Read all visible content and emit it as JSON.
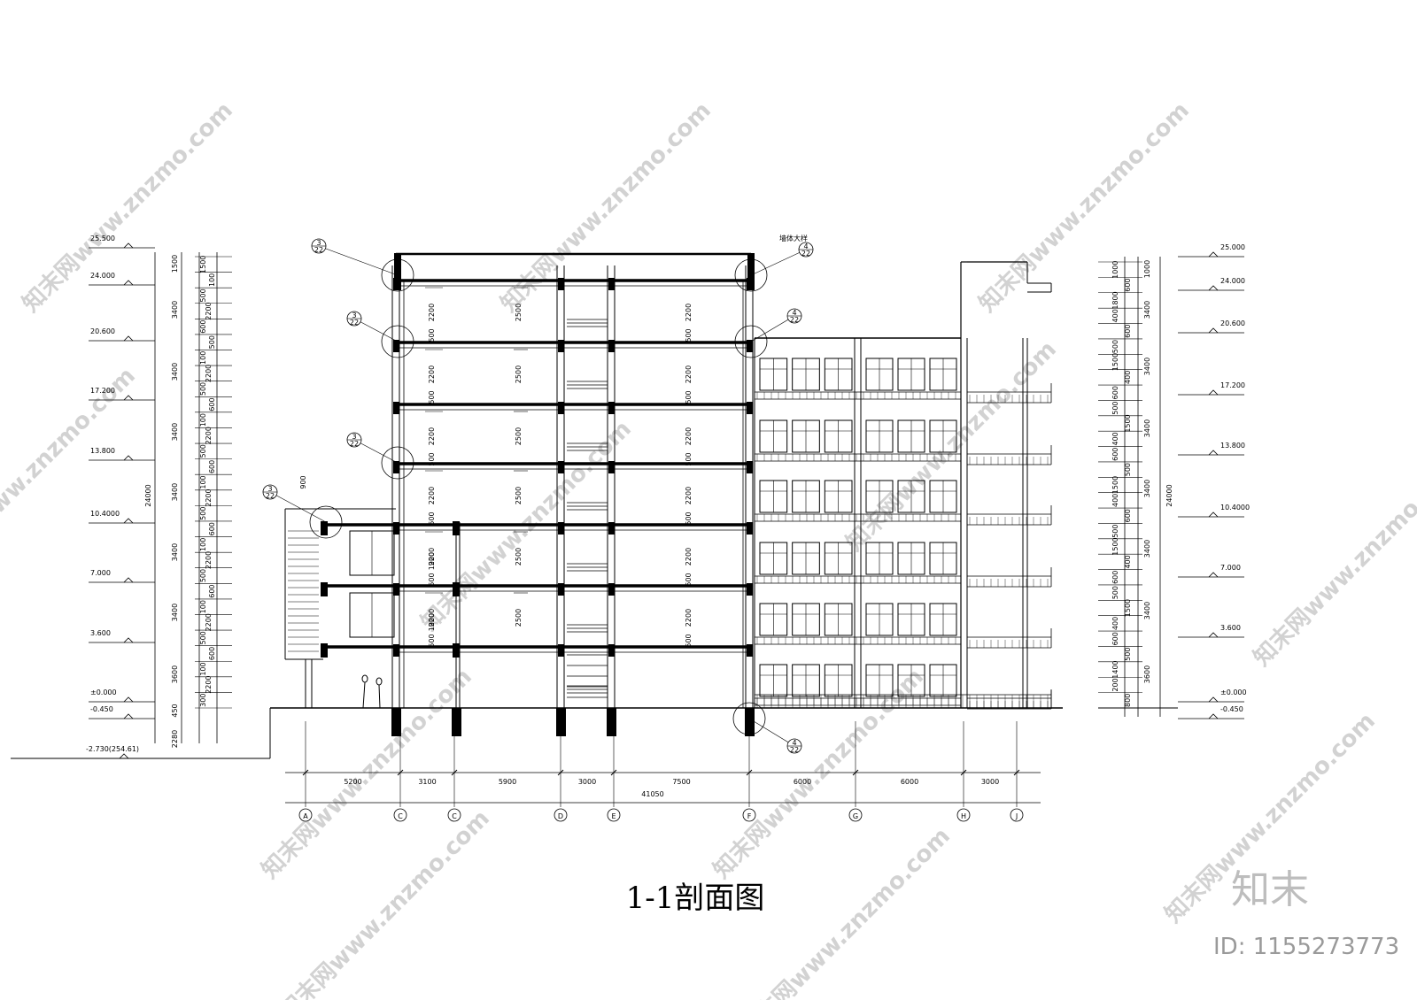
{
  "title": "1-1剖面图",
  "left_elevations": [
    "25.500",
    "24.000",
    "20.600",
    "17.200",
    "13.800",
    "10.4000",
    "7.000",
    "3.600",
    "±0.000",
    "-0.450",
    "-2.730(254.61)"
  ],
  "right_elevations": [
    "25.000",
    "24.000",
    "20.600",
    "17.200",
    "13.800",
    "10.4000",
    "7.000",
    "3.600",
    "±0.000",
    "-0.450"
  ],
  "left_dims_outer": [
    "24000",
    "2280"
  ],
  "left_dims_mid": [
    "1500",
    "3400",
    "3400",
    "3400",
    "3400",
    "3400",
    "3400",
    "3600",
    "450"
  ],
  "left_dims_inner": [
    "1500",
    "100",
    "500",
    "2200",
    "600",
    "500",
    "100",
    "2200",
    "500",
    "600",
    "100",
    "2200",
    "500",
    "600",
    "100",
    "2200",
    "500",
    "600",
    "100",
    "2200",
    "500",
    "600",
    "100",
    "2200",
    "500",
    "600",
    "100",
    "2200",
    "300"
  ],
  "right_dims_outer": [
    "24000"
  ],
  "right_dims_mid": [
    "1000",
    "3400",
    "3400",
    "3400",
    "3400",
    "3400",
    "3400",
    "3600"
  ],
  "right_dims_inner": [
    "1000",
    "600",
    "1800",
    "400",
    "600",
    "500",
    "1500",
    "400",
    "600",
    "500",
    "1500",
    "400",
    "600",
    "500",
    "1500",
    "400",
    "600",
    "500",
    "1500",
    "400",
    "600",
    "500",
    "1500",
    "400",
    "600",
    "500",
    "1400",
    "200",
    "800"
  ],
  "interior_dims": [
    "2200",
    "500",
    "2500",
    "1900",
    "900"
  ],
  "axis_dims": [
    "5200",
    "3100",
    "5900",
    "3000",
    "7500",
    "6000",
    "6000",
    "3000"
  ],
  "total_dim": "41050",
  "axis_labels": [
    "A",
    "C",
    "C",
    "D",
    "E",
    "F",
    "G",
    "H",
    "J"
  ],
  "detail_callouts": [
    {
      "num": "3",
      "sheet": "22"
    },
    {
      "num": "3",
      "sheet": "22"
    },
    {
      "num": "3",
      "sheet": "22"
    },
    {
      "num": "3",
      "sheet": "22"
    },
    {
      "num": "4",
      "sheet": "22"
    },
    {
      "num": "4",
      "sheet": "22"
    },
    {
      "num": "4",
      "sheet": "22"
    }
  ],
  "wall_detail_label": "墙体大样",
  "watermark_text": "知末网www.znzmo.com",
  "logo_text": "知末",
  "id_text": "ID: 1155273773"
}
